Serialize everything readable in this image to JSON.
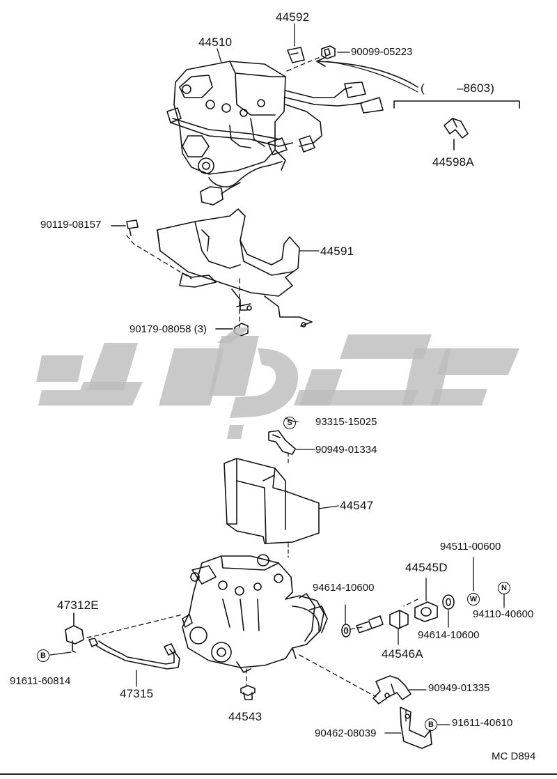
{
  "diagram": {
    "code": "MC D894",
    "watermark_text": "قطعه پارت",
    "applicability": {
      "open": "(",
      "range": "–8603)"
    },
    "parts": {
      "p44592": "44592",
      "p44510": "44510",
      "p90099_05223": "90099-05223",
      "p44598A": "44598A",
      "p90119_08157": "90119-08157",
      "p44591": "44591",
      "p90179_08058": "90179-08058 (3)",
      "p93315_15025": "93315-15025",
      "p90949_01334": "90949-01334",
      "p44547": "44547",
      "p94511_00600": "94511-00600",
      "p44545D": "44545D",
      "p94614_10600_a": "94614-10600",
      "p94110_40600": "94110-40600",
      "p94614_10600_b": "94614-10600",
      "p44546A": "44546A",
      "p47312E": "47312E",
      "p91611_60814": "91611-60814",
      "p47315": "47315",
      "p44543": "44543",
      "p90949_01335": "90949-01335",
      "p90462_08039": "90462-08039",
      "p91611_40610": "91611-40610"
    },
    "symbols": {
      "s": "S",
      "w": "W",
      "n": "N",
      "b1": "B",
      "b2": "B"
    }
  }
}
